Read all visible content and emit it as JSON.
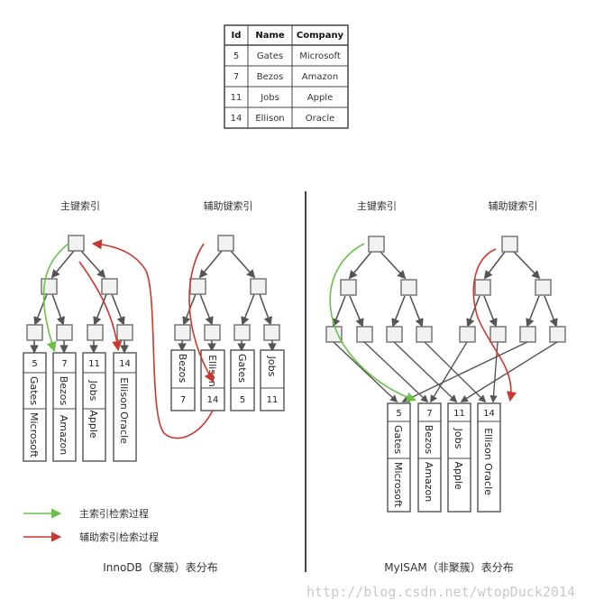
{
  "table": {
    "headers": [
      "Id",
      "Name",
      "Company"
    ],
    "rows": [
      [
        "5",
        "Gates",
        "Microsoft"
      ],
      [
        "7",
        "Bezos",
        "Amazon"
      ],
      [
        "11",
        "Jobs",
        "Apple"
      ],
      [
        "14",
        "Ellison",
        "Oracle"
      ]
    ]
  },
  "innodb": {
    "primary_label": "主键索引",
    "secondary_label": "辅助键索引",
    "primary_leaves": [
      {
        "id": "5",
        "name": "Gates",
        "company": "Microsoft"
      },
      {
        "id": "7",
        "name": "Bezos",
        "company": "Amazon"
      },
      {
        "id": "11",
        "name": "Jobs",
        "company": "Apple"
      },
      {
        "id": "14",
        "name": "Ellison",
        "company": "Oracle"
      }
    ],
    "secondary_leaves": [
      {
        "name": "Bezos",
        "id": "7"
      },
      {
        "name": "Ellison",
        "id": "14"
      },
      {
        "name": "Gates",
        "id": "5"
      },
      {
        "name": "Jobs",
        "id": "11"
      }
    ],
    "caption": "InnoDB（聚簇）表分布"
  },
  "myisam": {
    "primary_label": "主键索引",
    "secondary_label": "辅助键索引",
    "rows": [
      {
        "id": "5",
        "name": "Gates",
        "company": "Microsoft"
      },
      {
        "id": "7",
        "name": "Bezos",
        "company": "Amazon"
      },
      {
        "id": "11",
        "name": "Jobs",
        "company": "Apple"
      },
      {
        "id": "14",
        "name": "Ellison",
        "company": "Oracle"
      }
    ],
    "caption": "MyISAM（非聚簇）表分布"
  },
  "legend": {
    "primary": "主索引检索过程",
    "secondary": "辅助索引检索过程"
  },
  "colors": {
    "green": "#6cc04a",
    "red": "#c8382e",
    "line": "#555555",
    "node_fill": "#f2f2f2",
    "node_stroke": "#777777"
  },
  "watermark": "http://blog.csdn.net/wtopDuck2014"
}
